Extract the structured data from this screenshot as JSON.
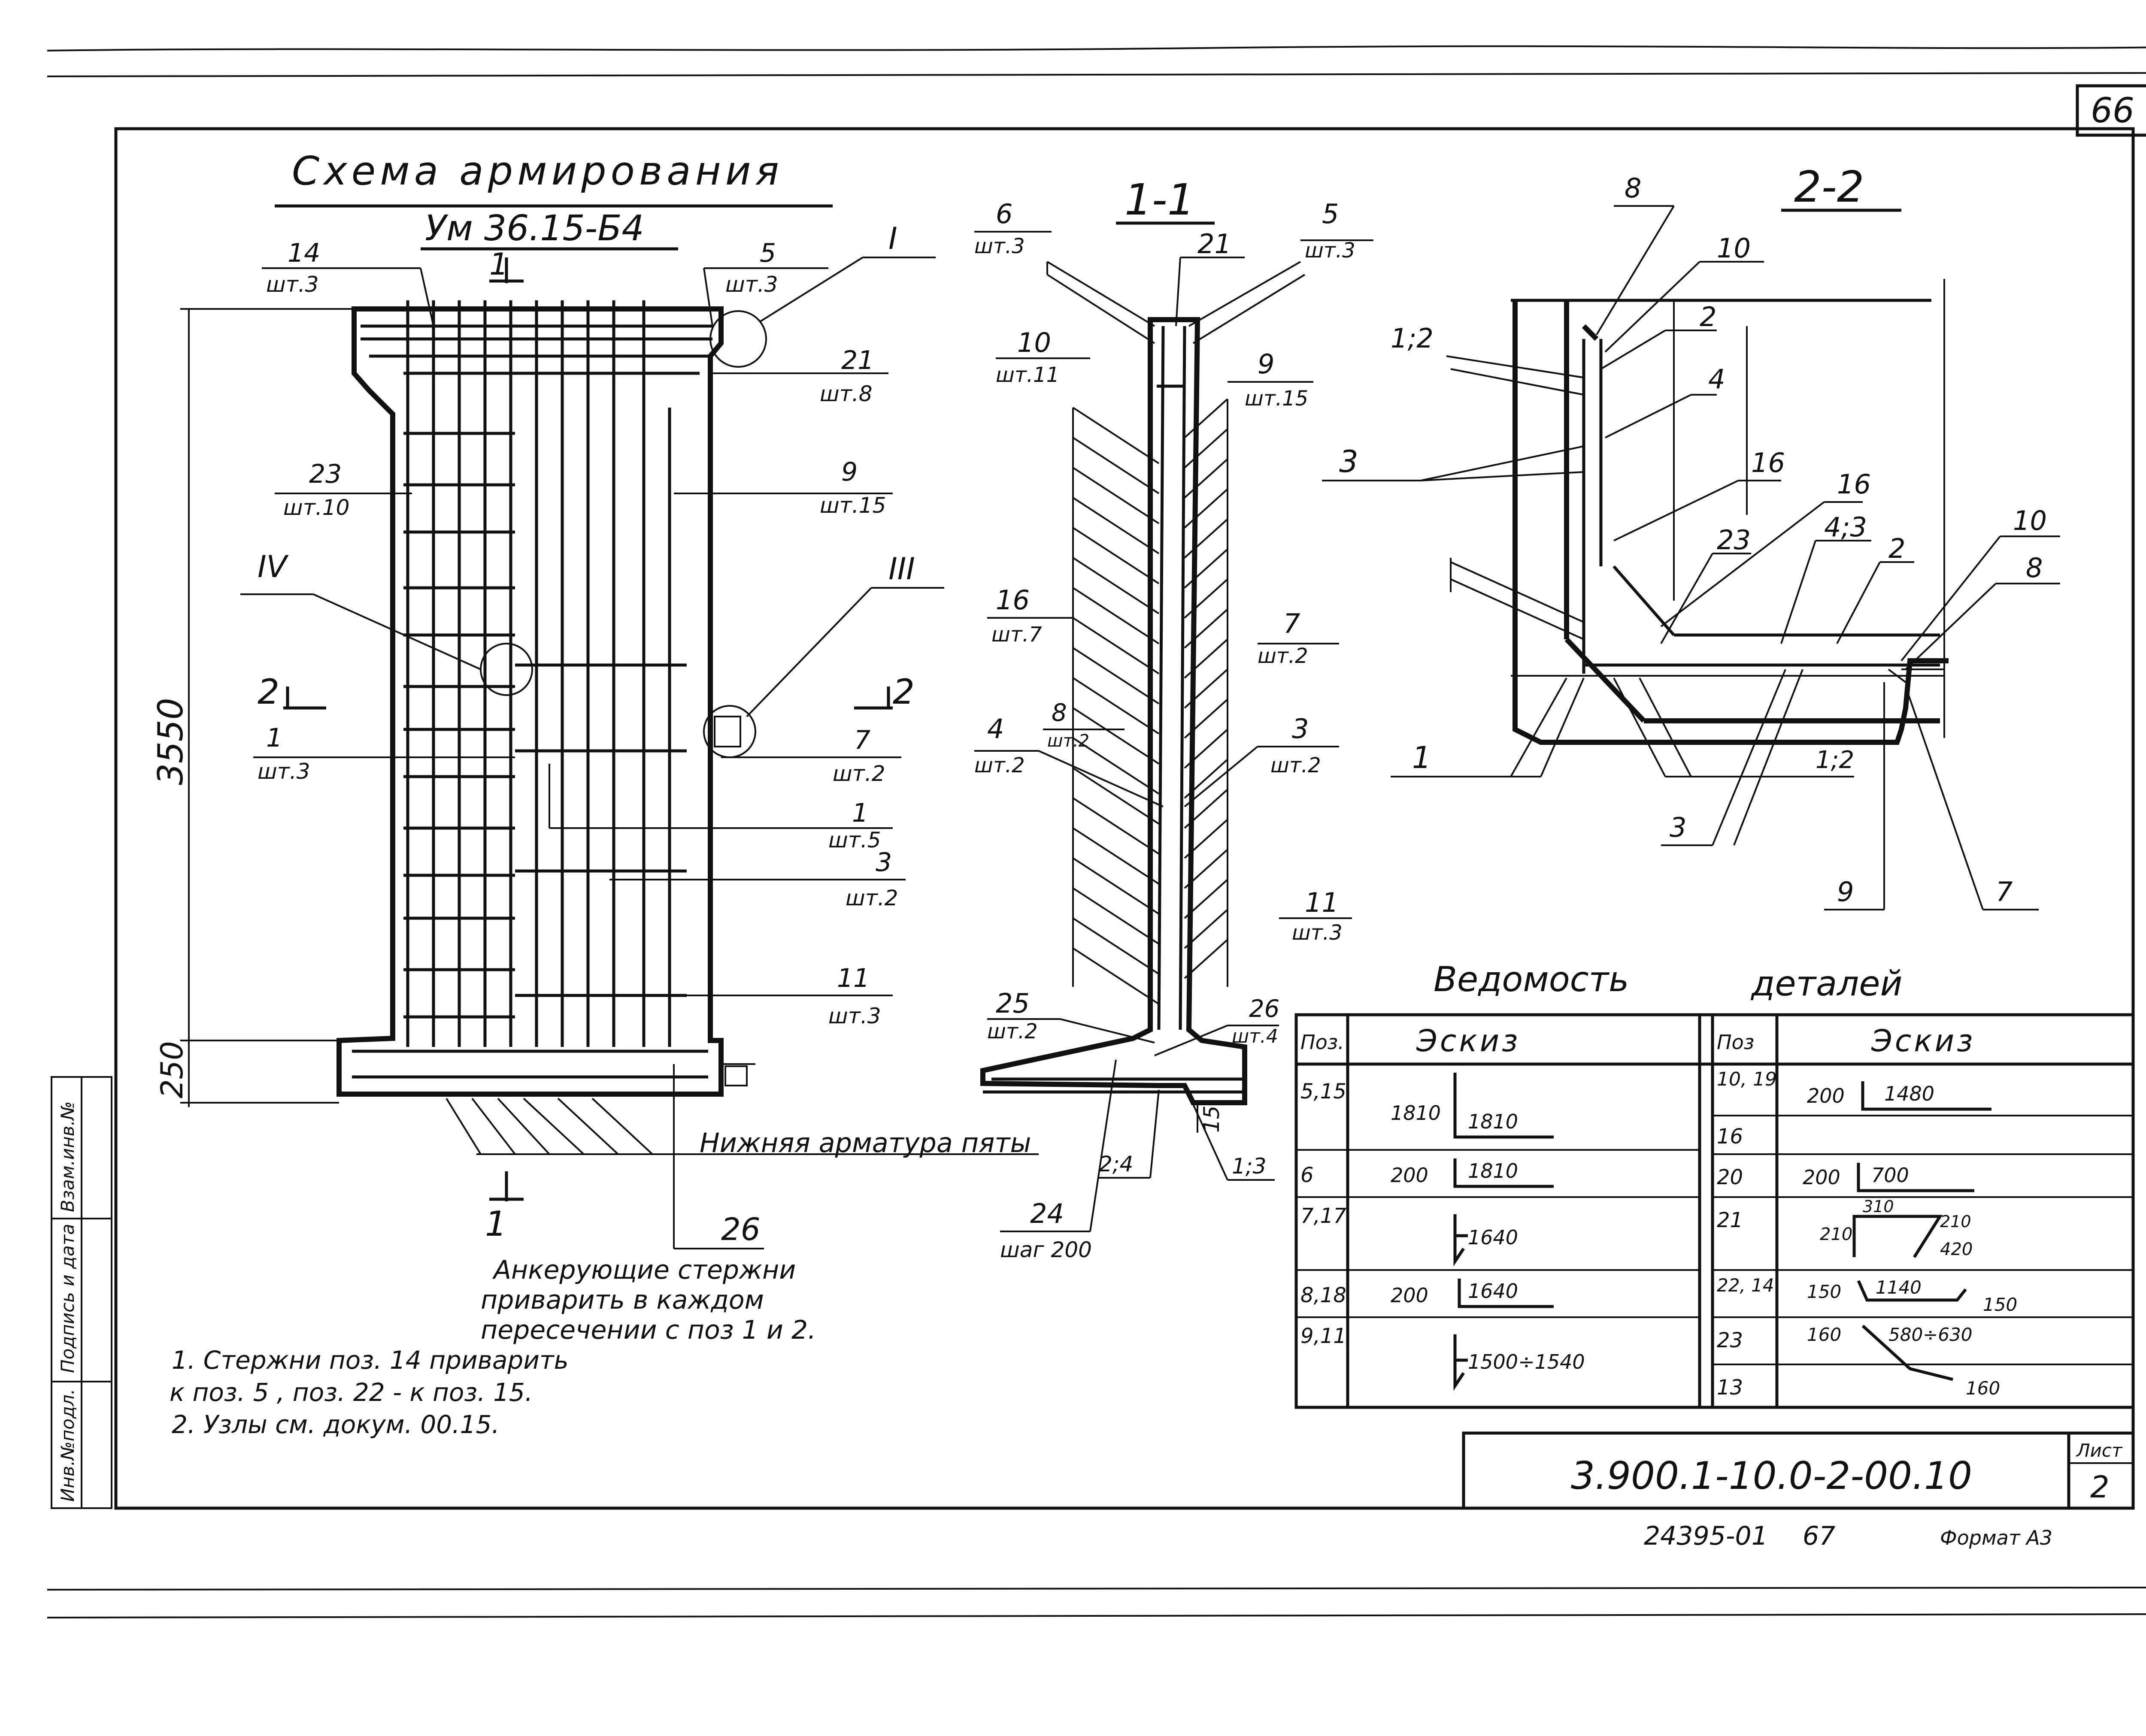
{
  "sheet_number": "66",
  "left_view": {
    "title": "Схема армирования",
    "mark": "Ум 36.15-Б4",
    "dimensions": {
      "height": "3550",
      "base": "250"
    },
    "section_marks": {
      "s1_top": "1",
      "s1_bottom": "1",
      "s2_left": "2",
      "s2_right": "2"
    },
    "node_marks": {
      "n1": "I",
      "n3": "III",
      "n4": "IV"
    },
    "callouts": [
      {
        "pos": "14",
        "qty": "шт.3"
      },
      {
        "pos": "5",
        "qty": "шт.3"
      },
      {
        "pos": "21",
        "qty": "шт.8"
      },
      {
        "pos": "23",
        "qty": "шт.10"
      },
      {
        "pos": "9",
        "qty": "шт.15"
      },
      {
        "pos": "1",
        "qty": "шт.3"
      },
      {
        "pos": "7",
        "qty": "шт.2"
      },
      {
        "pos": "1",
        "qty": "шт.5"
      },
      {
        "pos": "3",
        "qty": "шт.2"
      },
      {
        "pos": "11",
        "qty": "шт.3"
      }
    ],
    "bottom_reinf_label": "Нижняя арматура пяты",
    "pos26": "26",
    "anchor_note": [
      "Анкерующие стержни",
      "приварить в каждом",
      "пересечении с поз 1 и 2."
    ]
  },
  "section_1_1": {
    "title": "1-1",
    "callouts": [
      {
        "pos": "6",
        "qty": "шт.3"
      },
      {
        "pos": "21",
        "qty": ""
      },
      {
        "pos": "5",
        "qty": "шт.3"
      },
      {
        "pos": "10",
        "qty": "шт.11"
      },
      {
        "pos": "9",
        "qty": "шт.15"
      },
      {
        "pos": "16",
        "qty": "шт.7"
      },
      {
        "pos": "7",
        "qty": "шт.2"
      },
      {
        "pos": "8",
        "qty": "шт.2"
      },
      {
        "pos": "4",
        "qty": "шт.2"
      },
      {
        "pos": "3",
        "qty": "шт.2"
      },
      {
        "pos": "11",
        "qty": "шт.3"
      },
      {
        "pos": "25",
        "qty": "шт.2"
      },
      {
        "pos": "26",
        "qty": "шт.4"
      }
    ],
    "labels": {
      "p15": "15",
      "p24": "24",
      "step": "шаг 200",
      "p24b": "2;4",
      "p13": "1;3"
    }
  },
  "section_2_2": {
    "title": "2-2",
    "labels": [
      "8",
      "10",
      "2",
      "1;2",
      "4",
      "3",
      "16",
      "16",
      "23",
      "4;3",
      "2",
      "10",
      "8",
      "1",
      "1;2",
      "3",
      "9",
      "7"
    ]
  },
  "notes": [
    "1. Стержни поз. 14 приварить",
    "к поз. 5 , поз. 22 - к поз. 15.",
    "2. Узлы см. докум. 00.15."
  ],
  "table": {
    "title_left": "Ведомость",
    "title_right": "деталей",
    "header_pos": "Поз.",
    "header_sketch": "Эскиз",
    "header_pos2": "Поз",
    "header_sketch2": "Эскиз",
    "left_rows": [
      {
        "pos": "5,15",
        "a": "1810",
        "b": "1810"
      },
      {
        "pos": "6",
        "a": "200",
        "b": "1810"
      },
      {
        "pos": "7,17",
        "a": "",
        "b": "1640"
      },
      {
        "pos": "8,18",
        "a": "200",
        "b": "1640"
      },
      {
        "pos": "9,11",
        "a": "",
        "b": "1500÷1540"
      }
    ],
    "right_rows": [
      {
        "pos": "10, 19",
        "a": "200",
        "b": "1480",
        "c": ""
      },
      {
        "pos": "16",
        "a": "",
        "b": "",
        "c": ""
      },
      {
        "pos": "20",
        "a": "200",
        "b": "700",
        "c": ""
      },
      {
        "pos": "21",
        "a": "310",
        "b": "210",
        "c": "210",
        "d": "420"
      },
      {
        "pos": "22, 14",
        "a": "150",
        "b": "1140",
        "c": "150"
      },
      {
        "pos": "23",
        "a": "160",
        "b": "580÷630",
        "c": "160"
      },
      {
        "pos": "13",
        "a": "",
        "b": "",
        "c": ""
      }
    ]
  },
  "title_block": {
    "doc_code": "3.900.1-10.0-2-00.10",
    "sheet_label": "Лист",
    "sheet_no": "2",
    "archive": "24395-01",
    "page": "67",
    "format": "Формат А3"
  },
  "side_stamp": [
    "Инв.№подл.",
    "Подпись и дата",
    "Взам.инв.№"
  ]
}
